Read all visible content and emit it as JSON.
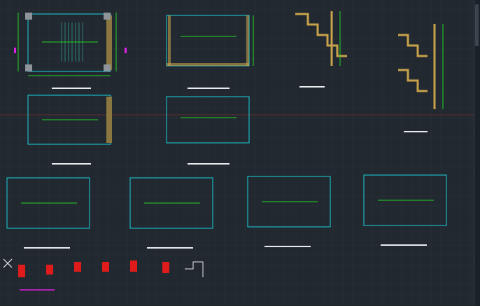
{
  "app": {
    "view": "model-space"
  },
  "colors": {
    "background": "#212830",
    "grid": "#2a323b",
    "axis_red": "#7a2f33",
    "axis_green": "#2f6a3a",
    "wall": "#c8a24a",
    "wall_dark": "#8a7740",
    "cyan": "#19d3e0",
    "green": "#25d625",
    "white": "#e9ecef",
    "magenta": "#e11ee6",
    "red": "#e01b1b",
    "column_gray": "#8f949a",
    "stair_green": "#2ea88f"
  },
  "icons": {
    "ucs": "ucs-x-icon"
  },
  "drawings": {
    "plans_top_row": 4,
    "sections": 3,
    "plans_bottom_row": 4,
    "details": 7
  }
}
